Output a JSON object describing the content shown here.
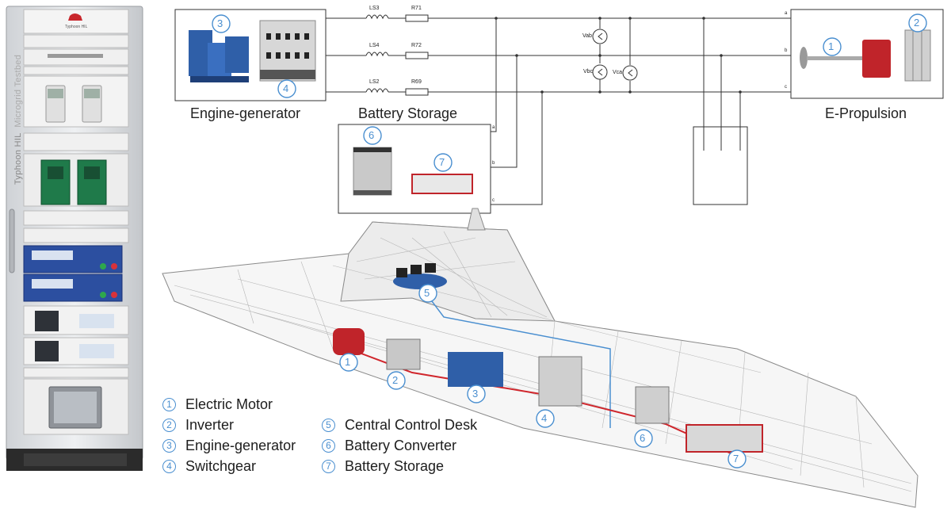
{
  "cabinet": {
    "title_brand": "Typhoon HIL",
    "title_rest": "Microgrid Testbed",
    "top_badge": "Typhoon HIL"
  },
  "schematic": {
    "engine_generator_label": "Engine-generator",
    "battery_storage_label": "Battery Storage",
    "e_propulsion_label": "E-Propulsion",
    "inductors": [
      "LS3",
      "LS4",
      "LS2"
    ],
    "resistors": [
      "R71",
      "R72",
      "R69"
    ],
    "voltmeters": [
      "Vab",
      "Vbc",
      "Vca"
    ],
    "phase_ends": [
      "a",
      "b",
      "c"
    ],
    "battery_phase_ends": [
      "a",
      "b",
      "c"
    ],
    "box_numbers": {
      "engine": "3",
      "switchgear": "4",
      "inverter": "2",
      "motor": "1",
      "converter": "6",
      "battery": "7"
    }
  },
  "ship_callouts": [
    "1",
    "2",
    "3",
    "4",
    "5",
    "6",
    "7"
  ],
  "legend": {
    "col1": [
      {
        "num": "1",
        "label": "Electric Motor"
      },
      {
        "num": "2",
        "label": "Inverter"
      },
      {
        "num": "3",
        "label": "Engine-generator"
      },
      {
        "num": "4",
        "label": "Switchgear"
      }
    ],
    "col2": [
      {
        "num": "5",
        "label": "Central Control Desk"
      },
      {
        "num": "6",
        "label": "Battery Converter"
      },
      {
        "num": "7",
        "label": "Battery Storage"
      }
    ]
  },
  "colors": {
    "accent_blue": "#4a8fd0",
    "motor_red": "#c0242a",
    "engine_blue": "#2f5fa8",
    "panel_blue": "#2c4fa0"
  }
}
